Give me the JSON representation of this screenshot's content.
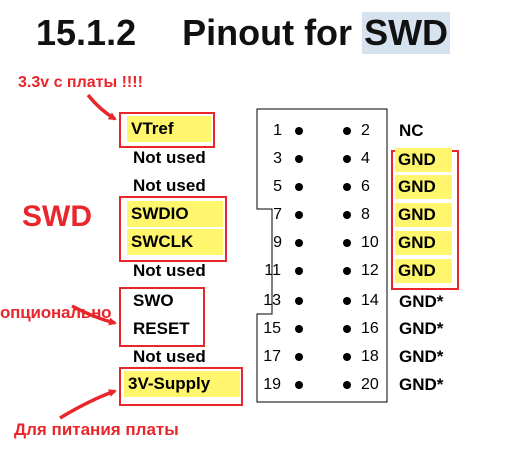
{
  "heading": {
    "number": "15.1.2",
    "text_prefix": "Pinout for ",
    "text_highlight": "SWD"
  },
  "annotations": {
    "vtref_note": "3.3v с платы !!!!",
    "swd_group": "SWD",
    "optional_note": "опционально",
    "power_note": "Для питания платы"
  },
  "left_labels": [
    "VTref",
    "Not used",
    "Not used",
    "SWDIO",
    "SWCLK",
    "Not used",
    "SWO",
    "RESET",
    "Not used",
    "3V-Supply"
  ],
  "odd_pins": [
    "1",
    "3",
    "5",
    "7",
    "9",
    "11",
    "13",
    "15",
    "17",
    "19"
  ],
  "even_pins": [
    "2",
    "4",
    "6",
    "8",
    "10",
    "12",
    "14",
    "16",
    "18",
    "20"
  ],
  "right_labels": [
    "NC",
    "GND",
    "GND",
    "GND",
    "GND",
    "GND",
    "GND*",
    "GND*",
    "GND*",
    "GND*"
  ],
  "colors": {
    "annotation_red": "#e8262b",
    "highlight_yellow": "#fff66e",
    "heading_highlight": "#d6e3ee"
  }
}
